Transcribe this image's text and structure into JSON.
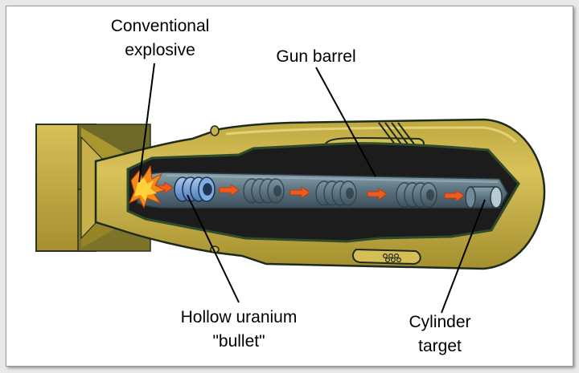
{
  "labels": {
    "explosive_line1": "Conventional",
    "explosive_line2": "explosive",
    "barrel": "Gun barrel",
    "bullet_line1": "Hollow uranium",
    "bullet_line2": "\"bullet\"",
    "target_line1": "Cylinder",
    "target_line2": "target"
  },
  "colors": {
    "casing": "#c8b14a",
    "casing_dark": "#8f7a24",
    "outline": "#1e2a1e",
    "cavity": "#1f1f1f",
    "barrel": "#5e7683",
    "bullet": "#6f9fd8",
    "arrow": "#f05a1e"
  },
  "icons": [
    "explosion-icon",
    "arrow-icon"
  ]
}
